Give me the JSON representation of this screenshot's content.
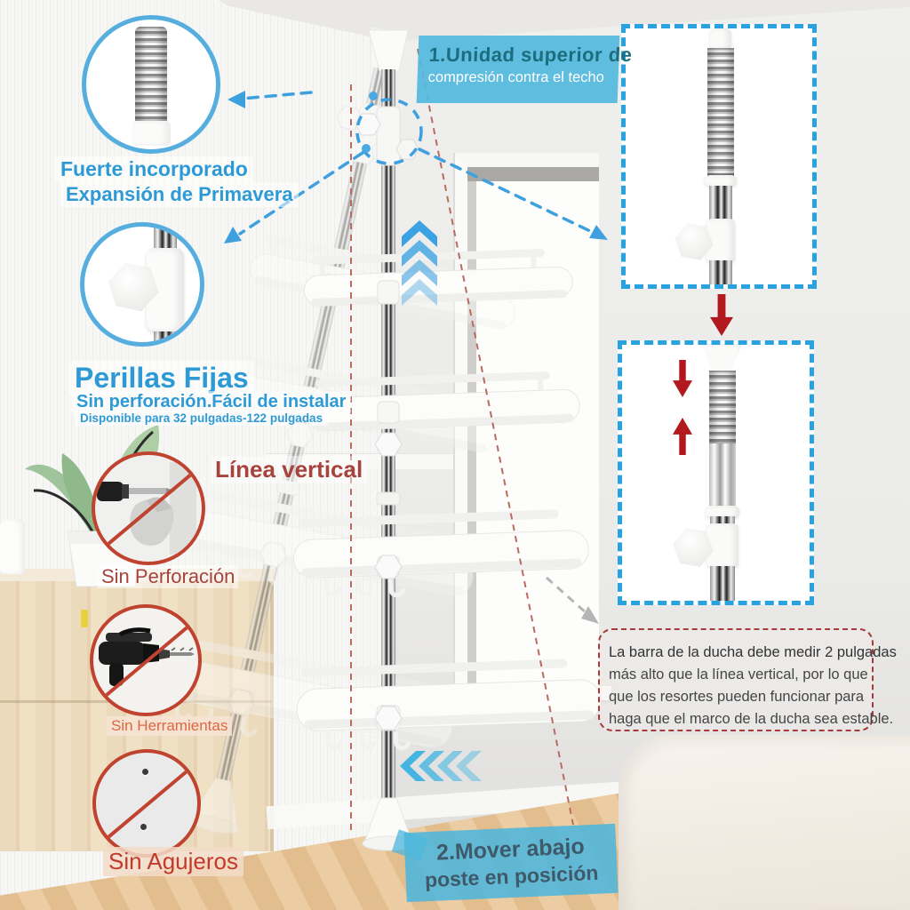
{
  "product": "Corner shower caddy tension pole infographic",
  "colors": {
    "cyan_highlight": "#52b8de",
    "blue_accent": "#2d9ad6",
    "teal_text": "#1c6d7d",
    "slate_text": "#3e5a6a",
    "red_arrow": "#b2191f",
    "prohibition_red": "#c04330",
    "dark_red_text": "#a5433c",
    "orange_text": "#dd6743",
    "holes_red_text": "#c23a2b",
    "info_border": "#a83a3a",
    "dashed_blue": "#3fa0e0"
  },
  "labels": {
    "step1_title": "1.Unidad superior de",
    "step1_sub": "compresión contra el techo",
    "spring_line1": "Fuerte incorporado",
    "spring_line2": "Expansión de Primavera",
    "knobs_title": "Perillas Fijas",
    "knobs_sub": "Sin perforación.Fácil de instalar",
    "knobs_note": "Disponible para 32 pulgadas-122 pulgadas",
    "vertical_line": "Línea vertical",
    "no_drill": "Sin Perforación",
    "no_tools": "Sin Herramientas",
    "no_holes": "Sin Agujeros",
    "step2_line1": "2.Mover abajo",
    "step2_line2": "poste en posición"
  },
  "info_box": {
    "lines": [
      "La barra de la ducha debe medir 2 pulgadas",
      "más alto que la línea vertical, por lo que",
      "que los resortes pueden funcionar para",
      "haga que el marco de la ducha sea estable."
    ]
  },
  "icons": {
    "spring_detail": "coil-spring",
    "knob_detail": "hex-knob",
    "no_drill": "crossed-screwdriver-circle",
    "no_tools": "crossed-drill-circle",
    "no_holes": "crossed-wall-holes-circle",
    "red_down_arrow": "▼",
    "red_up_arrow": "▲",
    "chevrons_up": "︽",
    "chevrons_left": "《",
    "dashed_circle": "focus-ring"
  }
}
